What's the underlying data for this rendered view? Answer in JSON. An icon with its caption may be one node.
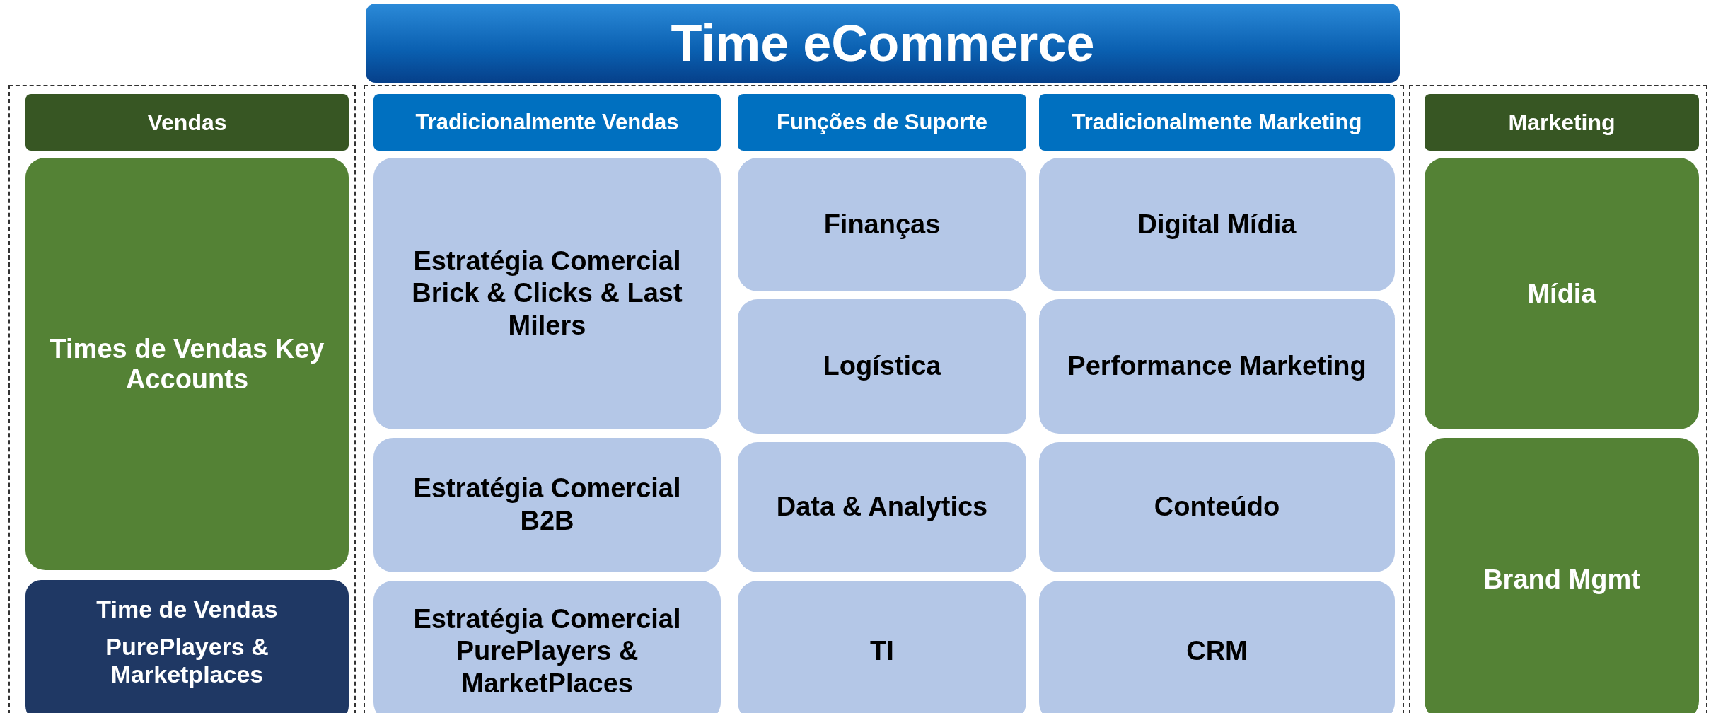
{
  "diagram": {
    "title": "Time eCommerce",
    "nodes": [
      {
        "text": [],
        "shape": "box"
      },
      {
        "text": [
          "Vendas"
        ],
        "in": 0
      },
      {
        "text": [
          "Times de Vendas Key Accounts"
        ],
        "in": 0
      },
      {
        "text": [
          "Time de Vendas",
          "PurePlayers & Marketplaces"
        ],
        "in": 0
      },
      {
        "text": [],
        "shape": "box"
      },
      {
        "text": [
          "Tradicionalmente Vendas"
        ],
        "in": 4
      },
      {
        "text": [
          "Funções de Suporte"
        ],
        "in": 4
      },
      {
        "text": [
          "Tradicionalmente Marketing"
        ],
        "in": 4
      },
      {
        "text": [
          "Estratégia Comercial Brick & Clicks & Last Milers"
        ],
        "in": 4
      },
      {
        "text": [
          "Finanças"
        ],
        "in": 4
      },
      {
        "text": [
          "Digital Mídia"
        ],
        "in": 4
      },
      {
        "text": [
          "Logística"
        ],
        "in": 4
      },
      {
        "text": [
          "Performance Marketing"
        ],
        "in": 4
      },
      {
        "text": [
          "Estratégia Comercial B2B"
        ],
        "in": 4
      },
      {
        "text": [
          "Data & Analytics"
        ],
        "in": 4
      },
      {
        "text": [
          "Conteúdo"
        ],
        "in": 4
      },
      {
        "text": [
          "Estratégia Comercial PurePlayers & MarketPlaces"
        ],
        "in": 4
      },
      {
        "text": [
          "TI"
        ],
        "in": 4
      },
      {
        "text": [
          "CRM"
        ],
        "in": 4
      },
      {
        "text": [],
        "shape": "box"
      },
      {
        "text": [
          "Marketing"
        ],
        "in": 19
      },
      {
        "text": [
          "Mídia"
        ],
        "in": 19
      },
      {
        "text": [
          "Brand Mgmt"
        ],
        "in": 19
      }
    ],
    "edges": []
  }
}
